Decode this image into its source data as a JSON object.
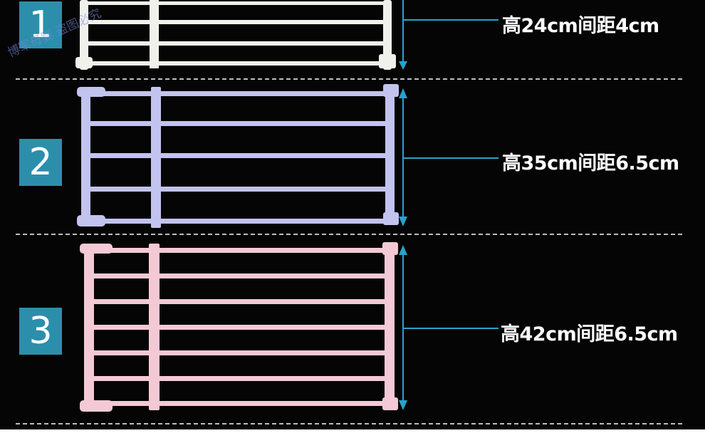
{
  "watermark": "博军母婴 盗图必究",
  "products": [
    {
      "number": "1",
      "spec": "高24cm间距4cm",
      "color": "#f1f1ec"
    },
    {
      "number": "2",
      "spec": "高35cm间距6.5cm",
      "color": "#c2c3ee"
    },
    {
      "number": "3",
      "spec": "高42cm间距6.5cm",
      "color": "#f3c9d6"
    }
  ],
  "colors": {
    "badge": "#2b8fab",
    "arrow": "#2aa3c8",
    "background": "#050505"
  }
}
